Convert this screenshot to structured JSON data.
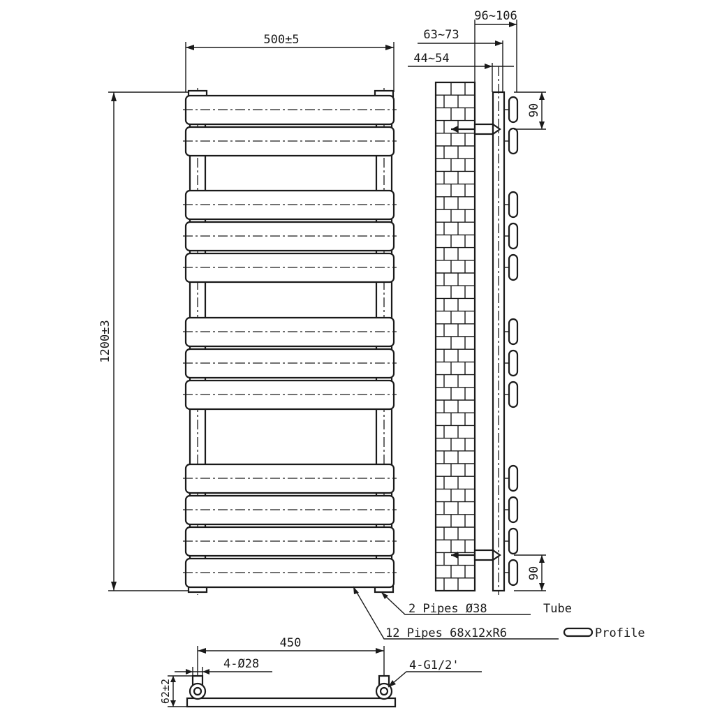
{
  "front_view": {
    "width_label": "500±5",
    "height_label": "1200±3",
    "tube_label": "2 Pipes Ø38",
    "tube_type": "Tube",
    "profile_label": "12 Pipes 68x12xR6",
    "profile_type": "Profile"
  },
  "side_view": {
    "dim_outer": "96~106",
    "dim_mid": "63~73",
    "dim_inner": "44~54",
    "dim_top_bracket": "90",
    "dim_bottom_bracket": "90"
  },
  "bottom_view": {
    "pipe_centres": "450",
    "pipe_diameter": "4-Ø28",
    "connection": "4-G1/2'",
    "depth": "62±2"
  }
}
